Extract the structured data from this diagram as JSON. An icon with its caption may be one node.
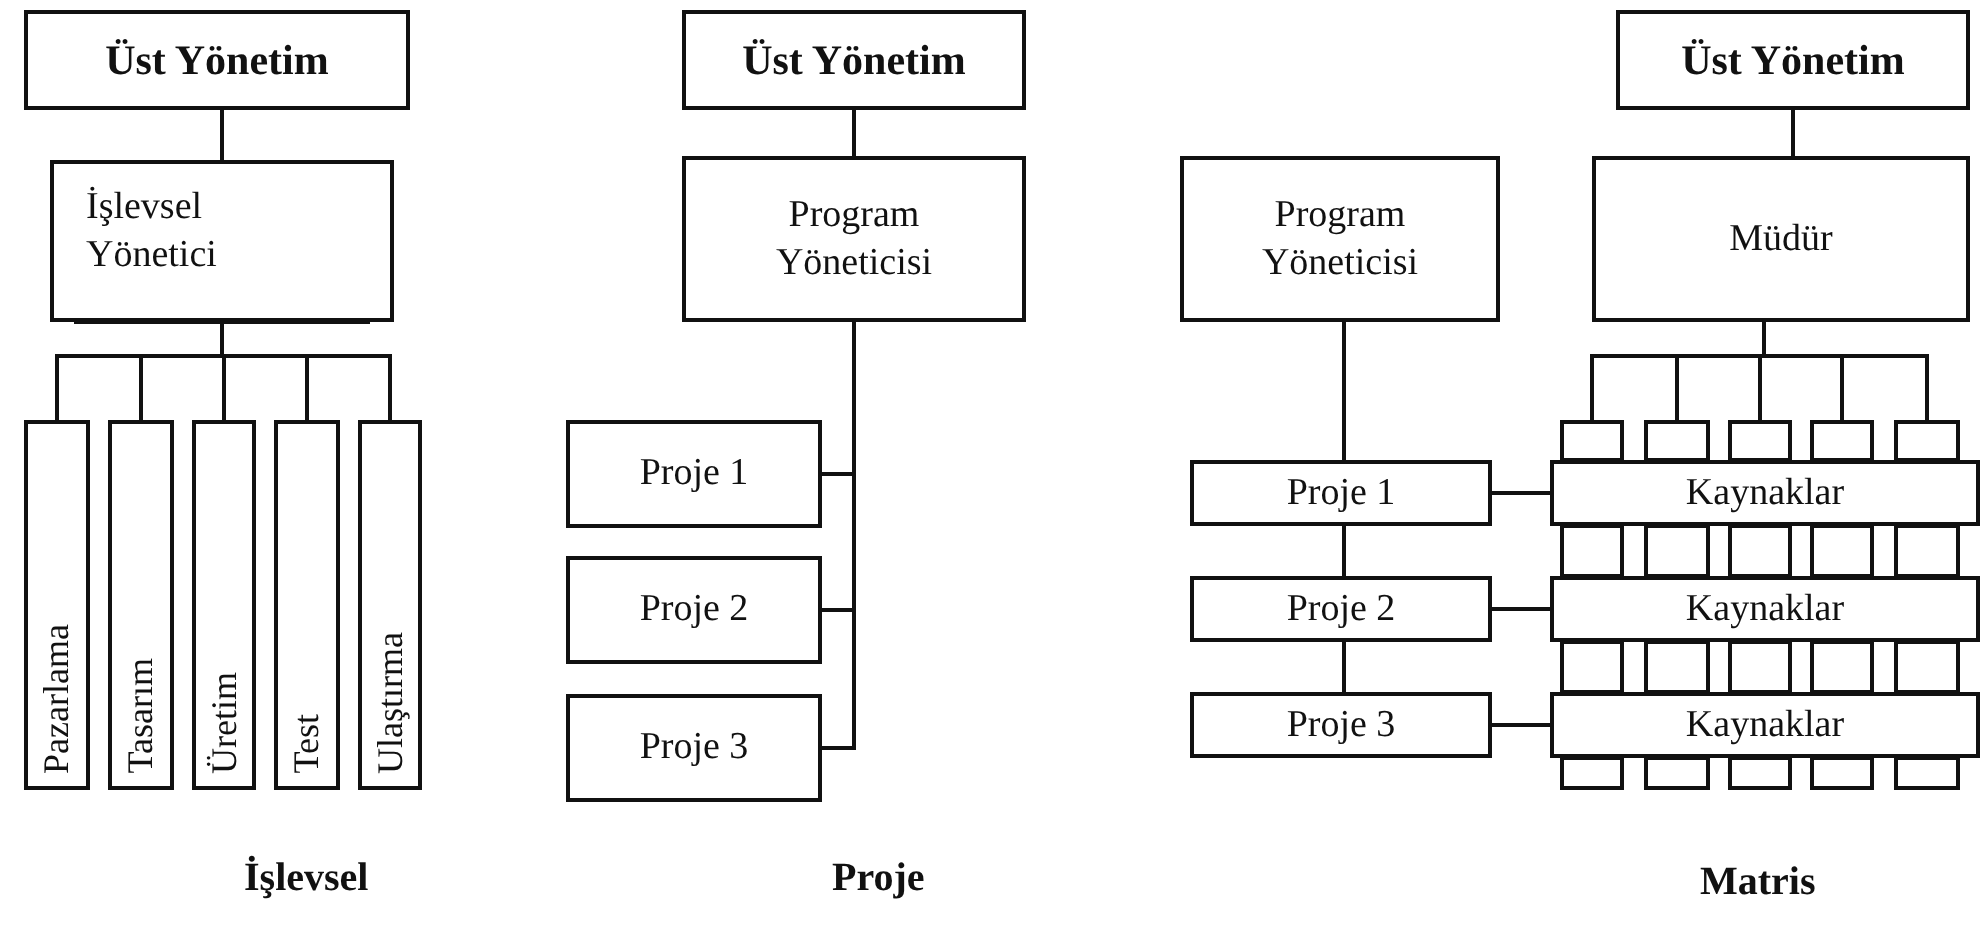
{
  "diagram": {
    "nodes": [
      {
        "text": [
          "Üst Yönetim"
        ]
      },
      {
        "text": [
          "İşlevsel Yönetici"
        ]
      },
      {
        "text": [
          "Pazarlama"
        ]
      },
      {
        "text": [
          "Tasarım"
        ]
      },
      {
        "text": [
          "Üretim"
        ]
      },
      {
        "text": [
          "Test"
        ]
      },
      {
        "text": [
          "Ulaştırma"
        ]
      },
      {
        "text": [
          "Üst Yönetim"
        ]
      },
      {
        "text": [
          "Program Yöneticisi"
        ]
      },
      {
        "text": [
          "Proje 1"
        ]
      },
      {
        "text": [
          "Proje 2"
        ]
      },
      {
        "text": [
          "Proje 3"
        ]
      },
      {
        "text": [
          "Program Yöneticisi"
        ]
      },
      {
        "text": [
          "Üst Yönetim"
        ]
      },
      {
        "text": [
          "Müdür"
        ]
      },
      {
        "text": [],
        "shape": "box"
      },
      {
        "text": [],
        "shape": "box"
      },
      {
        "text": [],
        "shape": "box"
      },
      {
        "text": [],
        "shape": "box"
      },
      {
        "text": [],
        "shape": "box"
      },
      {
        "text": [
          "Proje 1"
        ]
      },
      {
        "text": [
          "Kaynaklar"
        ]
      },
      {
        "text": [
          "Proje 2"
        ]
      },
      {
        "text": [
          "Kaynaklar"
        ]
      },
      {
        "text": [
          "Proje 3"
        ]
      },
      {
        "text": [
          "Kaynaklar"
        ]
      }
    ],
    "edges": [
      {
        "from": 0,
        "to": 1,
        "arrow": "none"
      },
      {
        "from": 1,
        "to": 2,
        "arrow": "none"
      },
      {
        "from": 1,
        "to": 3,
        "arrow": "none"
      },
      {
        "from": 1,
        "to": 4,
        "arrow": "none"
      },
      {
        "from": 1,
        "to": 5,
        "arrow": "none"
      },
      {
        "from": 1,
        "to": 6,
        "arrow": "none"
      },
      {
        "from": 7,
        "to": 8,
        "arrow": "none"
      },
      {
        "from": 8,
        "to": 9,
        "arrow": "none"
      },
      {
        "from": 8,
        "to": 10,
        "arrow": "none"
      },
      {
        "from": 8,
        "to": 11,
        "arrow": "none"
      },
      {
        "from": 13,
        "to": 14,
        "arrow": "none"
      },
      {
        "from": 14,
        "to": 15,
        "arrow": "none"
      },
      {
        "from": 14,
        "to": 16,
        "arrow": "none"
      },
      {
        "from": 14,
        "to": 17,
        "arrow": "none"
      },
      {
        "from": 14,
        "to": 18,
        "arrow": "none"
      },
      {
        "from": 14,
        "to": 19,
        "arrow": "none"
      },
      {
        "from": 12,
        "to": 20,
        "arrow": "none"
      },
      {
        "from": 20,
        "to": 22,
        "arrow": "none"
      },
      {
        "from": 22,
        "to": 24,
        "arrow": "none"
      },
      {
        "from": 20,
        "to": 21,
        "arrow": "none"
      },
      {
        "from": 22,
        "to": 23,
        "arrow": "none"
      },
      {
        "from": 24,
        "to": 25,
        "arrow": "none"
      }
    ],
    "labels": [
      "İşlevsel",
      "Proje",
      "Matris"
    ]
  }
}
